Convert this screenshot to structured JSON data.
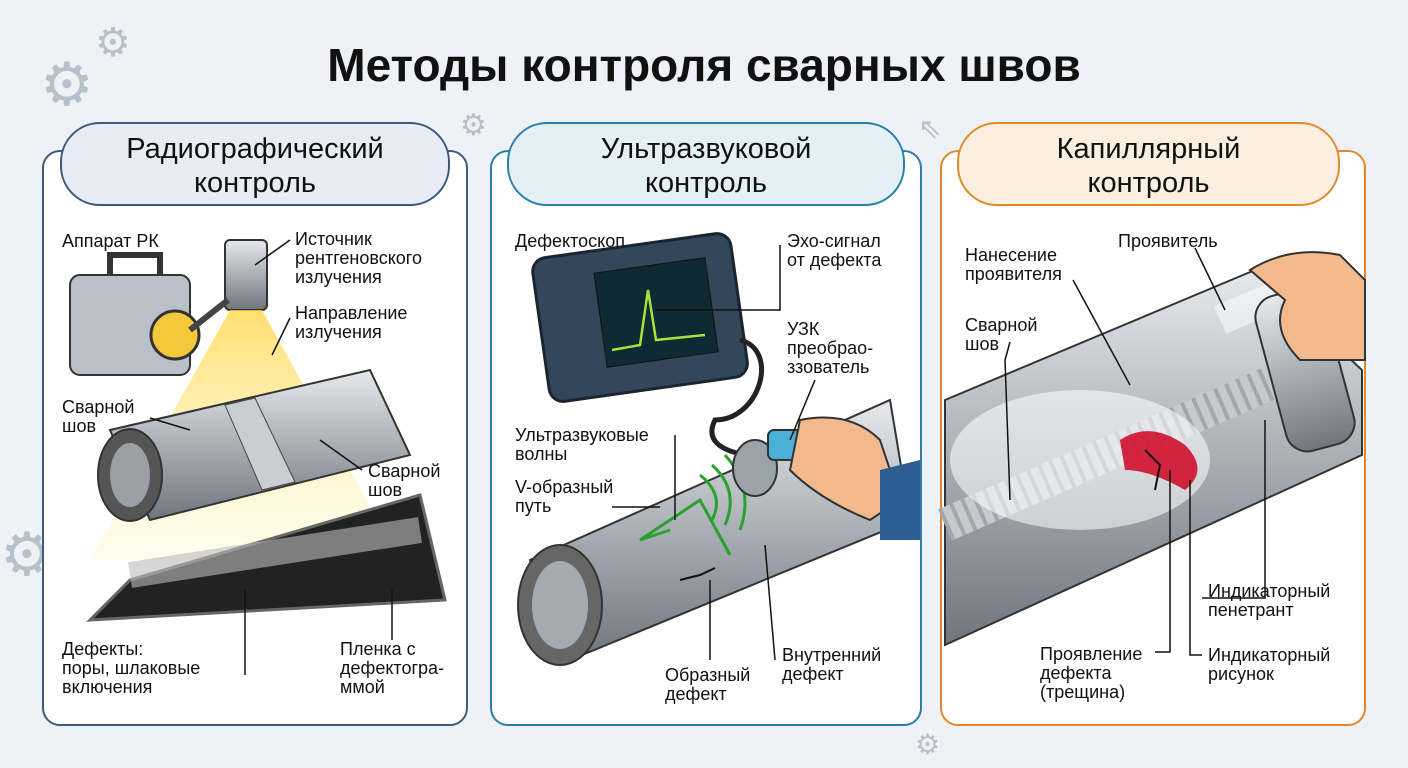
{
  "title": "Методы контроля сварных швов",
  "colors": {
    "radio": "#3d5a80",
    "ultra": "#2a7fa6",
    "capillary": "#e0892c",
    "penetrant": "#d0102c",
    "wave": "#2ca02c"
  },
  "panels": [
    {
      "title": "Радиографический\nконтроль",
      "labels": {
        "device": "Аппарат РК",
        "source": "Источник\nрентгеновского\nизлучения",
        "direction": "Направление\nизлучения",
        "weld_left": "Сварной\nшов",
        "weld_right": "Сварной\nшов",
        "defects": "Дефекты:\nпоры, шлаковые\nвключения",
        "film": "Пленка с\nдефектогра-\nммой"
      }
    },
    {
      "title": "Ультразвуковой\nконтроль",
      "labels": {
        "detector": "Дефектоскоп",
        "echo": "Эхо-сигнал\nот дефекта",
        "transducer": "УЗК\nпреобрао-\nззователь",
        "waves": "Ультразвуковые\nволны",
        "vpath": "V-образный\nпуть",
        "shaped_defect": "Образный\nдефект",
        "internal_defect": "Внутренний\nдефект"
      }
    },
    {
      "title": "Капиллярный\nконтроль",
      "labels": {
        "applying": "Нанесение\nпроявителя",
        "developer": "Проявитель",
        "weld": "Сварной\nшов",
        "penetrant": "Индикаторный\nпенетрант",
        "manifestation": "Проявление\nдефекта\n(трещина)",
        "pattern": "Индикаторный\nрисунок"
      }
    }
  ]
}
